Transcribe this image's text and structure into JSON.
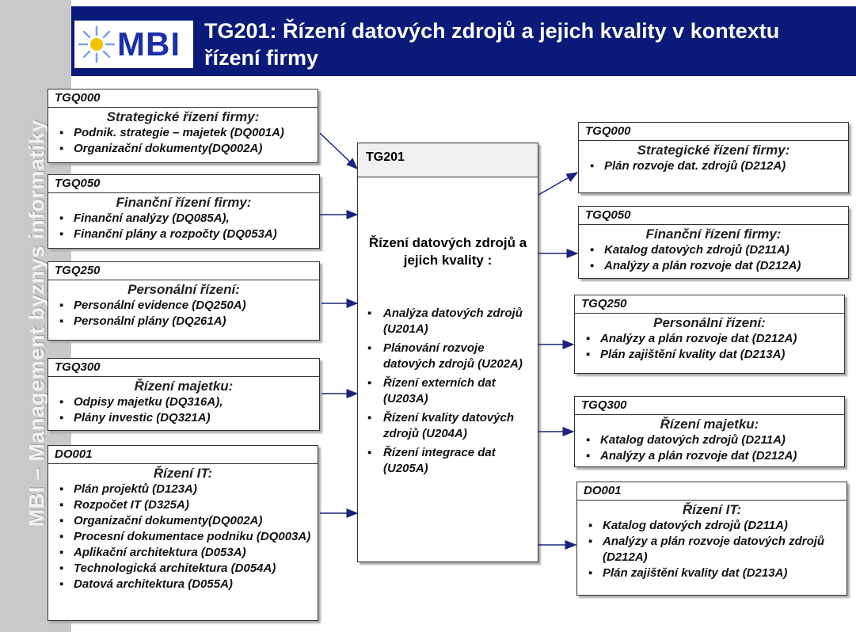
{
  "sidebar": {
    "text": "MBI – Management byznys informatiky"
  },
  "logo": {
    "text": "MBI"
  },
  "header": {
    "title": "TG201: Řízení datových zdrojů a jejich kvality v kontextu řízení firmy"
  },
  "left_boxes": [
    {
      "code": "TGQ000",
      "heading": "Strategické řízení firmy:",
      "items": [
        "Podnik. strategie – majetek (DQ001A)",
        "Organizační dokumenty(DQ002A)"
      ]
    },
    {
      "code": "TGQ050",
      "heading": "Finanční řízení firmy:",
      "items": [
        "Finanční analýzy (DQ085A),",
        "Finanční plány a rozpočty (DQ053A)"
      ]
    },
    {
      "code": "TGQ250",
      "heading": "Personální řízení:",
      "items": [
        "Personální evidence (DQ250A)",
        "Personální plány (DQ261A)"
      ]
    },
    {
      "code": "TGQ300",
      "heading": "Řízení majetku:",
      "items": [
        "Odpisy majetku (DQ316A),",
        "Plány investic (DQ321A)"
      ]
    },
    {
      "code": "DO001",
      "heading": "Řízení IT:",
      "items": [
        "Plán projektů (D123A)",
        "Rozpočet IT (D325A)",
        "Organizační dokumenty(DQ002A)",
        "Procesní dokumentace podniku (DQ003A)",
        "Aplikační architektura (D053A)",
        "Technologická architektura (D054A)",
        "Datová architektura (D055A)"
      ]
    }
  ],
  "center": {
    "code": "TG201",
    "heading": "Řízení datových zdrojů a jejich kvality :",
    "items": [
      "Analýza datových zdrojů (U201A)",
      "Plánování rozvoje datových zdrojů (U202A)",
      "Řízení externích dat (U203A)",
      "Řízení kvality datových zdrojů (U204A)",
      "Řízení integrace dat (U205A)"
    ]
  },
  "right_boxes": [
    {
      "code": "TGQ000",
      "heading": "Strategické řízení firmy:",
      "items": [
        "Plán rozvoje dat. zdrojů (D212A)"
      ]
    },
    {
      "code": "TGQ050",
      "heading": "Finanční řízení firmy:",
      "items": [
        "Katalog datových zdrojů (D211A)",
        "Analýzy a plán rozvoje dat (D212A)"
      ]
    },
    {
      "code": "TGQ250",
      "heading": "Personální řízení:",
      "items": [
        "Analýzy a plán rozvoje dat (D212A)",
        "Plán zajištění kvality dat (D213A)"
      ]
    },
    {
      "code": "TGQ300",
      "heading": "Řízení majetku:",
      "items": [
        "Katalog datových zdrojů (D211A)",
        "Analýzy a plán rozvoje dat (D212A)"
      ]
    },
    {
      "code": "DO001",
      "heading": "Řízení IT:",
      "items": [
        "Katalog datových zdrojů (D211A)",
        "Analýzy a plán rozvoje datových zdrojů (D212A)",
        "Plán zajištění kvality dat (D213A)"
      ]
    }
  ],
  "colors": {
    "header_bg": "#0b1a78",
    "logo_text": "#1c2fa8",
    "sun": "#f2c300",
    "sidebar_bg": "#c9c9c9",
    "arrow": "#1a237e"
  }
}
